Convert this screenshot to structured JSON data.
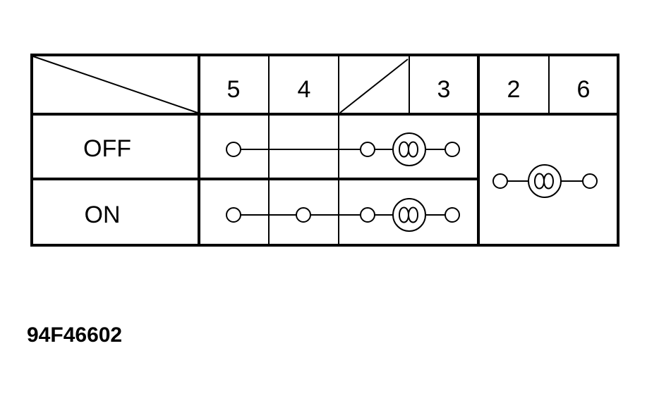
{
  "table": {
    "columns": [
      "5",
      "4",
      "3",
      "2",
      "6"
    ],
    "rows": [
      {
        "label": "OFF"
      },
      {
        "label": "ON"
      }
    ]
  },
  "diagram_code": "94F46602"
}
